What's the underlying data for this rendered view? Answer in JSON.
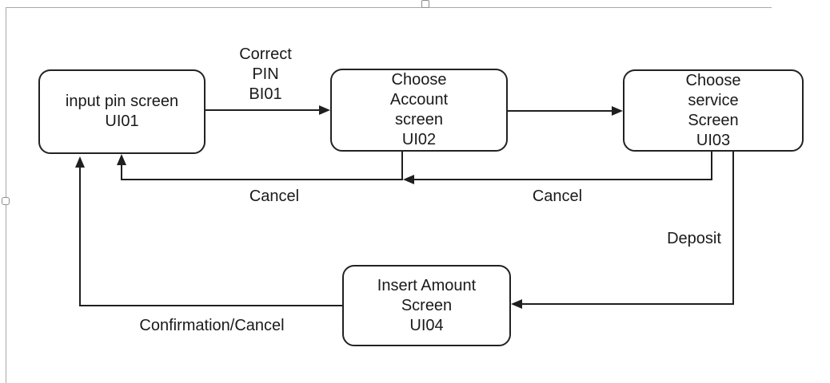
{
  "diagram": {
    "nodes": {
      "ui01": {
        "lines": [
          "input pin screen",
          "UI01"
        ]
      },
      "ui02": {
        "lines": [
          "Choose",
          "Account",
          "screen",
          "UI02"
        ]
      },
      "ui03": {
        "lines": [
          "Choose",
          "service",
          "Screen",
          "UI03"
        ]
      },
      "ui04": {
        "lines": [
          "Insert Amount",
          "Screen",
          "UI04"
        ]
      }
    },
    "labels": {
      "correct_pin": {
        "lines": [
          "Correct",
          "PIN",
          "BI01"
        ]
      },
      "cancel_left": "Cancel",
      "cancel_right": "Cancel",
      "deposit": "Deposit",
      "confirmation_cancel": "Confirmation/Cancel"
    },
    "colors": {
      "line": "#1f1f1f",
      "node_border": "#222222",
      "node_fill": "#ffffff",
      "text": "#1a1a1a",
      "frame": "#a8a8a8",
      "background": "#ffffff"
    }
  }
}
